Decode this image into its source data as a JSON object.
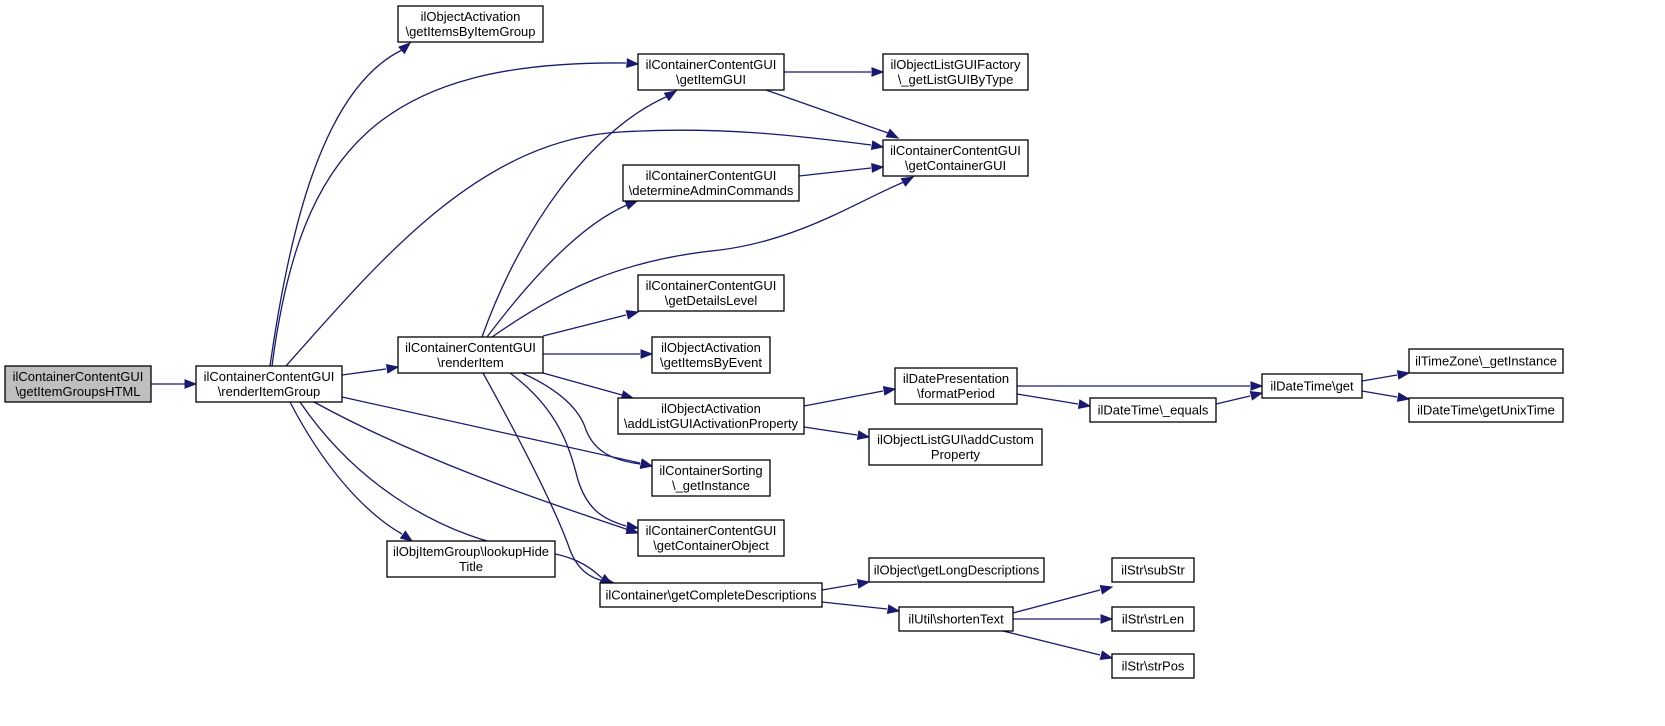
{
  "graph": {
    "colors": {
      "edge": "#191970",
      "root_fill": "#bfbfbf",
      "node_fill": "#ffffff",
      "border": "#000000"
    },
    "root": "n_root",
    "nodes": [
      {
        "id": "n_root",
        "lines": [
          "ilContainerContentGUI",
          "\\getItemGroupsHTML"
        ]
      },
      {
        "id": "n_renderItemGroup",
        "lines": [
          "ilContainerContentGUI",
          "\\renderItemGroup"
        ]
      },
      {
        "id": "n_getItemsByItemGroup",
        "lines": [
          "ilObjectActivation",
          "\\getItemsByItemGroup"
        ]
      },
      {
        "id": "n_getItemGUI",
        "lines": [
          "ilContainerContentGUI",
          "\\getItemGUI"
        ]
      },
      {
        "id": "n_getListGUIByType",
        "lines": [
          "ilObjectListGUIFactory",
          "\\_getListGUIByType"
        ]
      },
      {
        "id": "n_getContainerGUI",
        "lines": [
          "ilContainerContentGUI",
          "\\getContainerGUI"
        ]
      },
      {
        "id": "n_determineAdminCommands",
        "lines": [
          "ilContainerContentGUI",
          "\\determineAdminCommands"
        ]
      },
      {
        "id": "n_renderItem",
        "lines": [
          "ilContainerContentGUI",
          "\\renderItem"
        ]
      },
      {
        "id": "n_getDetailsLevel",
        "lines": [
          "ilContainerContentGUI",
          "\\getDetailsLevel"
        ]
      },
      {
        "id": "n_getItemsByEvent",
        "lines": [
          "ilObjectActivation",
          "\\getItemsByEvent"
        ]
      },
      {
        "id": "n_addListGUIActivationProperty",
        "lines": [
          "ilObjectActivation",
          "\\addListGUIActivationProperty"
        ]
      },
      {
        "id": "n_formatPeriod",
        "lines": [
          "ilDatePresentation",
          "\\formatPeriod"
        ]
      },
      {
        "id": "n_addCustomProperty",
        "lines": [
          "ilObjectListGUI\\addCustom",
          "Property"
        ]
      },
      {
        "id": "n_dt_equals",
        "lines": [
          "ilDateTime\\_equals"
        ]
      },
      {
        "id": "n_dt_get",
        "lines": [
          "ilDateTime\\get"
        ]
      },
      {
        "id": "n_tz_getInstance",
        "lines": [
          "ilTimeZone\\_getInstance"
        ]
      },
      {
        "id": "n_dt_getUnixTime",
        "lines": [
          "ilDateTime\\getUnixTime"
        ]
      },
      {
        "id": "n_sorting_getInstance",
        "lines": [
          "ilContainerSorting",
          "\\_getInstance"
        ]
      },
      {
        "id": "n_getContainerObject",
        "lines": [
          "ilContainerContentGUI",
          "\\getContainerObject"
        ]
      },
      {
        "id": "n_lookupHideTitle",
        "lines": [
          "ilObjItemGroup\\lookupHide",
          "Title"
        ]
      },
      {
        "id": "n_getCompleteDescriptions",
        "lines": [
          "ilContainer\\getCompleteDescriptions"
        ]
      },
      {
        "id": "n_getLongDescriptions",
        "lines": [
          "ilObject\\getLongDescriptions"
        ]
      },
      {
        "id": "n_shortenText",
        "lines": [
          "ilUtil\\shortenText"
        ]
      },
      {
        "id": "n_subStr",
        "lines": [
          "ilStr\\subStr"
        ]
      },
      {
        "id": "n_strLen",
        "lines": [
          "ilStr\\strLen"
        ]
      },
      {
        "id": "n_strPos",
        "lines": [
          "ilStr\\strPos"
        ]
      }
    ],
    "edges": [
      {
        "from": "n_root",
        "to": "n_renderItemGroup"
      },
      {
        "from": "n_renderItemGroup",
        "to": "n_getItemsByItemGroup"
      },
      {
        "from": "n_renderItemGroup",
        "to": "n_getItemGUI"
      },
      {
        "from": "n_renderItemGroup",
        "to": "n_getContainerGUI"
      },
      {
        "from": "n_renderItemGroup",
        "to": "n_renderItem"
      },
      {
        "from": "n_renderItemGroup",
        "to": "n_sorting_getInstance"
      },
      {
        "from": "n_renderItemGroup",
        "to": "n_getContainerObject"
      },
      {
        "from": "n_renderItemGroup",
        "to": "n_lookupHideTitle"
      },
      {
        "from": "n_renderItemGroup",
        "to": "n_getCompleteDescriptions"
      },
      {
        "from": "n_getItemGUI",
        "to": "n_getListGUIByType"
      },
      {
        "from": "n_getItemGUI",
        "to": "n_getContainerGUI"
      },
      {
        "from": "n_determineAdminCommands",
        "to": "n_getContainerGUI"
      },
      {
        "from": "n_renderItem",
        "to": "n_getItemGUI"
      },
      {
        "from": "n_renderItem",
        "to": "n_determineAdminCommands"
      },
      {
        "from": "n_renderItem",
        "to": "n_getContainerGUI"
      },
      {
        "from": "n_renderItem",
        "to": "n_getDetailsLevel"
      },
      {
        "from": "n_renderItem",
        "to": "n_getItemsByEvent"
      },
      {
        "from": "n_renderItem",
        "to": "n_addListGUIActivationProperty"
      },
      {
        "from": "n_renderItem",
        "to": "n_sorting_getInstance"
      },
      {
        "from": "n_renderItem",
        "to": "n_getContainerObject"
      },
      {
        "from": "n_renderItem",
        "to": "n_getCompleteDescriptions"
      },
      {
        "from": "n_addListGUIActivationProperty",
        "to": "n_formatPeriod"
      },
      {
        "from": "n_addListGUIActivationProperty",
        "to": "n_addCustomProperty"
      },
      {
        "from": "n_formatPeriod",
        "to": "n_dt_get"
      },
      {
        "from": "n_formatPeriod",
        "to": "n_dt_equals"
      },
      {
        "from": "n_dt_equals",
        "to": "n_dt_get"
      },
      {
        "from": "n_dt_get",
        "to": "n_tz_getInstance"
      },
      {
        "from": "n_dt_get",
        "to": "n_dt_getUnixTime"
      },
      {
        "from": "n_getCompleteDescriptions",
        "to": "n_getLongDescriptions"
      },
      {
        "from": "n_getCompleteDescriptions",
        "to": "n_shortenText"
      },
      {
        "from": "n_shortenText",
        "to": "n_subStr"
      },
      {
        "from": "n_shortenText",
        "to": "n_strLen"
      },
      {
        "from": "n_shortenText",
        "to": "n_strPos"
      }
    ]
  }
}
